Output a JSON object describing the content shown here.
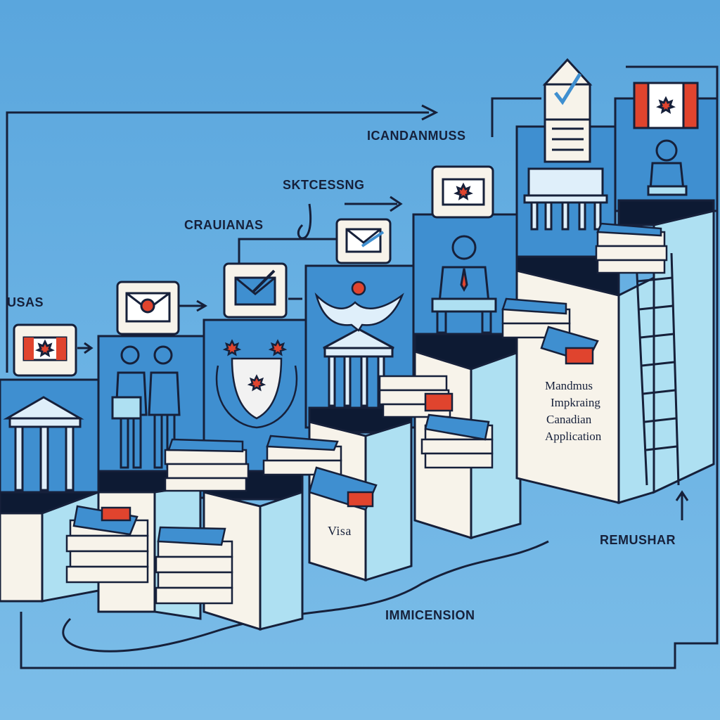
{
  "labels": {
    "usas": "USAS",
    "crauianas": "CRAUIANAS",
    "sktcessng": "SKTCESSNG",
    "icandanmuss": "ICANDANMUSS",
    "visa": "Visa",
    "remushar": "REMUSHAR",
    "immicension": "IMMICENSION",
    "mandmus_line1": "Mandmus",
    "mandmus_line2": "Impkraing",
    "mandmus_line3": "Canadian",
    "mandmus_line4": "Application"
  },
  "colors": {
    "background": "#5aa6dd",
    "step_front": "#f7f3ea",
    "step_side": "#aee0f2",
    "step_top": "#0d1a33",
    "panel": "#3f8fd0",
    "flag_red": "#e0442e",
    "outline": "#16203a"
  }
}
